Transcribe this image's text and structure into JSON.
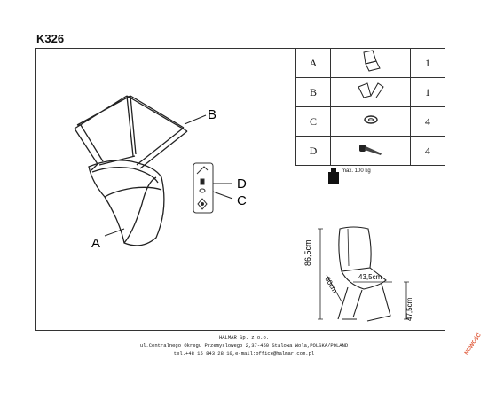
{
  "header": {
    "model_code": "K326"
  },
  "parts_table": [
    {
      "letter": "A",
      "qty": "1",
      "icon": "seat-icon"
    },
    {
      "letter": "B",
      "qty": "1",
      "icon": "legs-frame-icon"
    },
    {
      "letter": "C",
      "qty": "4",
      "icon": "washer-icon"
    },
    {
      "letter": "D",
      "qty": "4",
      "icon": "bolt-icon"
    }
  ],
  "max_load": "max. 100 kg",
  "diagram_labels": {
    "a": "A",
    "b": "B",
    "c": "C",
    "d": "D"
  },
  "dimensions": {
    "height": "86,5cm",
    "width": "43,5cm",
    "depth": "60cm",
    "seat_height": "47,5cm"
  },
  "footer": {
    "company": "HALMAR Sp. z o.o.",
    "address": "ul.Centralnego Okregu Przemyslowego 2,37-450 Stalowa Wola,POLSKA/POLAND",
    "contact": "tel.+48 15 843 28 10,e-mail:office@halmar.com.pl"
  },
  "stamp": "NOWOŚĆ"
}
